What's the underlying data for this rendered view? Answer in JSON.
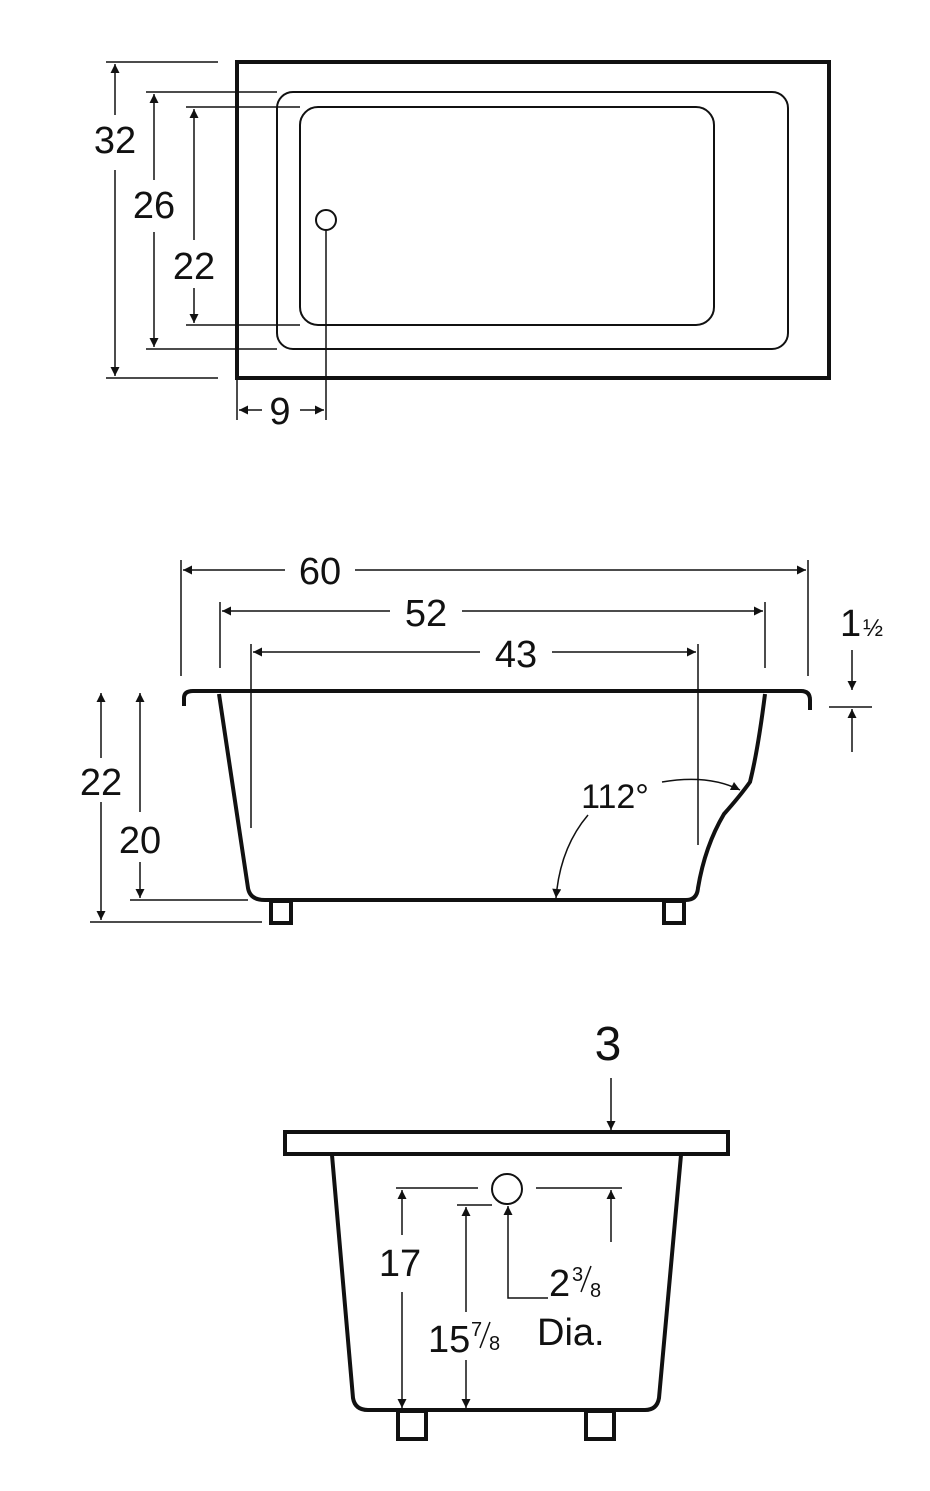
{
  "top_view": {
    "overall_width": "32",
    "rim_width": "26",
    "basin_width": "22",
    "drain_offset": "9"
  },
  "side_view": {
    "overall_length": "60",
    "rim_length": "52",
    "basin_length": "43",
    "rim_thickness_whole": "1",
    "rim_thickness_frac": "½",
    "overall_height": "22",
    "basin_depth": "20",
    "backrest_angle": "112°"
  },
  "end_view": {
    "rim_thickness": "3",
    "overflow_height": "17",
    "drain_height_whole": "15",
    "drain_height_num": "7",
    "drain_height_den": "8",
    "overflow_dia_whole": "2",
    "overflow_dia_num": "3",
    "overflow_dia_den": "8",
    "overflow_dia_label": "Dia."
  },
  "colors": {
    "line": "#111111",
    "background": "#ffffff"
  }
}
